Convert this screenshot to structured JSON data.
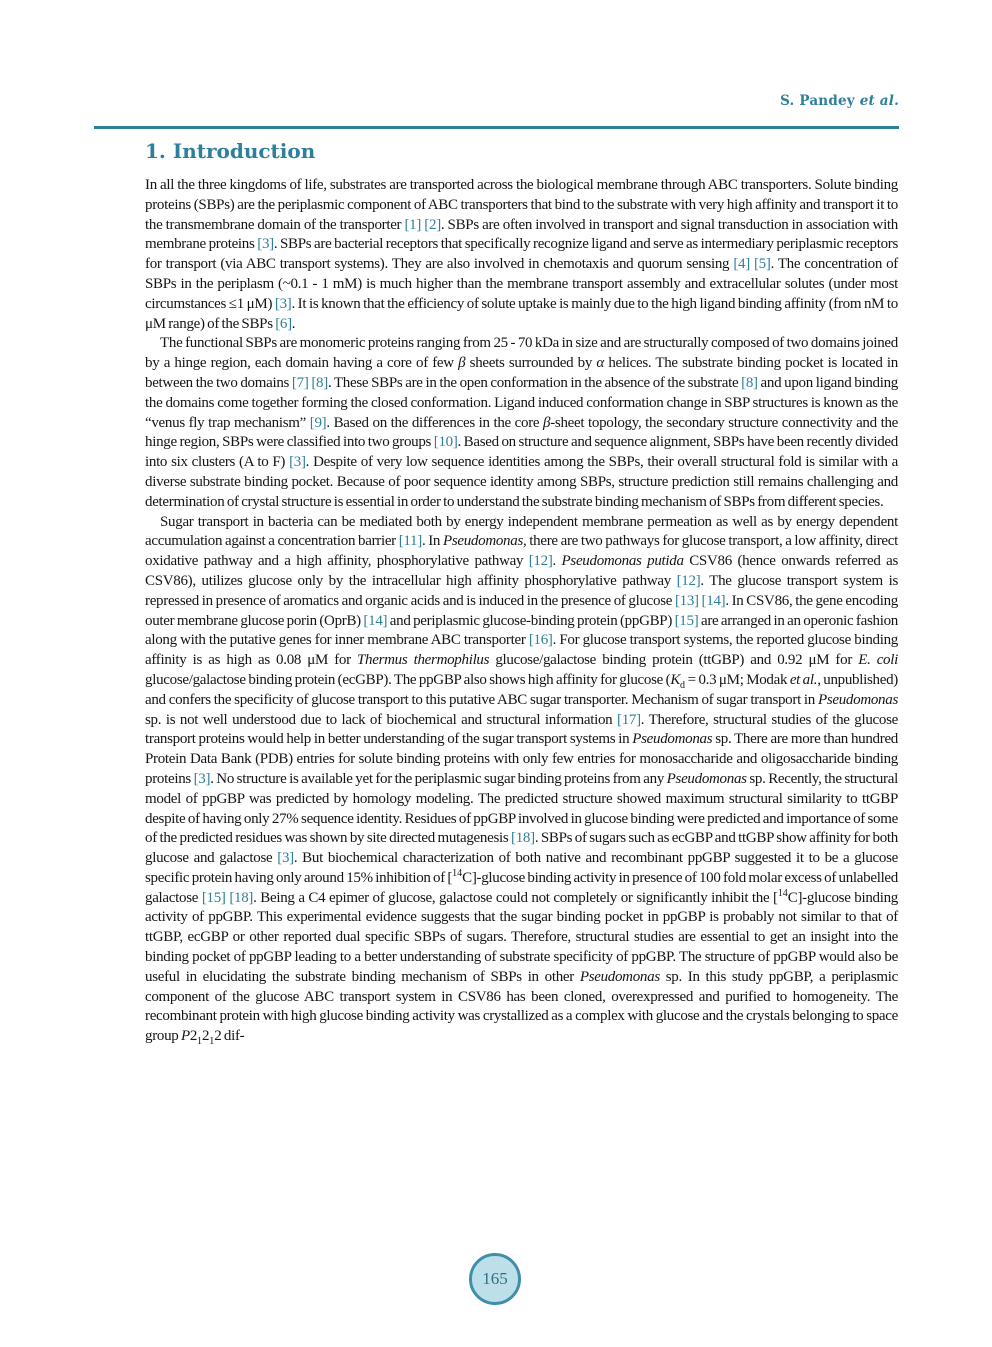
{
  "colors": {
    "accent": "#2d7f9b",
    "body_text": "#151515",
    "circle_fill": "#bddfe9",
    "circle_border": "#3f8fa9",
    "circle_text": "#2e6f88"
  },
  "header": {
    "author": "S. Pandey ",
    "author_etal": "et al."
  },
  "section": {
    "title": "1. Introduction"
  },
  "footer": {
    "page_number": "165"
  },
  "paragraphs": [
    {
      "indent": false,
      "runs": [
        {
          "t": "In all the three kingdoms of life, substrates are transported across the biological membrane through ABC transporters. Solute binding proteins (SBPs) are the periplasmic component of ABC transporters that bind to the substrate with very high affinity and transport it to the transmembrane domain of the transporter "
        },
        {
          "c": "[1]"
        },
        {
          "t": " "
        },
        {
          "c": "[2]"
        },
        {
          "t": ". SBPs are often involved in transport and signal transduction in association with membrane proteins "
        },
        {
          "c": "[3]"
        },
        {
          "t": ". SBPs are bacterial receptors that specifically recognize ligand and serve as intermediary periplasmic receptors for transport (via ABC transport systems). They are also involved in chemotaxis and quorum sensing "
        },
        {
          "c": "[4]"
        },
        {
          "t": " "
        },
        {
          "c": "[5]"
        },
        {
          "t": ". The concentration of SBPs in the periplasm (~0.1 - 1 mM) is much higher than the membrane transport assembly and extracellular solutes (under most circumstances ≤1 μM) "
        },
        {
          "c": "[3]"
        },
        {
          "t": ". It is known that the efficiency of solute uptake is mainly due to the high ligand binding affinity (from nM to μM range) of the SBPs "
        },
        {
          "c": "[6]"
        },
        {
          "t": "."
        }
      ]
    },
    {
      "indent": true,
      "runs": [
        {
          "t": "The functional SBPs are monomeric proteins ranging from 25 - 70 kDa in size and are structurally composed of two domains joined by a hinge region, each domain having a core of few "
        },
        {
          "i": "β"
        },
        {
          "t": " sheets surrounded by "
        },
        {
          "i": "α"
        },
        {
          "t": " helices. The substrate binding pocket is located in between the two domains "
        },
        {
          "c": "[7]"
        },
        {
          "t": " "
        },
        {
          "c": "[8]"
        },
        {
          "t": ". These SBPs are in the open conformation in the absence of the substrate "
        },
        {
          "c": "[8]"
        },
        {
          "t": " and upon ligand binding the domains come together forming the closed conformation. Ligand induced conformation change in SBP structures is known as the “venus fly trap mechanism” "
        },
        {
          "c": "[9]"
        },
        {
          "t": ". Based on the differences in the core "
        },
        {
          "i": "β"
        },
        {
          "t": "-sheet topology, the secondary structure connectivity and the hinge region, SBPs were classified into two groups "
        },
        {
          "c": "[10]"
        },
        {
          "t": ". Based on structure and sequence alignment, SBPs have been recently divided into six clusters (A to F) "
        },
        {
          "c": "[3]"
        },
        {
          "t": ". Despite of very low sequence identities among the SBPs, their overall structural fold is similar with a diverse substrate binding pocket. Because of poor sequence identity among SBPs, structure prediction still remains challenging and determination of crystal structure is essential in order to understand the substrate binding mechanism of SBPs from different species."
        }
      ]
    },
    {
      "indent": true,
      "runs": [
        {
          "t": "Sugar transport in bacteria can be mediated both by energy independent membrane permeation as well as by energy dependent accumulation against a concentration barrier "
        },
        {
          "c": "[11]"
        },
        {
          "t": ". In "
        },
        {
          "i": "Pseudomonas"
        },
        {
          "t": ", there are two pathways for glucose transport, a low affinity, direct oxidative pathway and a high affinity, phosphorylative pathway "
        },
        {
          "c": "[12]"
        },
        {
          "t": ". "
        },
        {
          "i": "Pseudomonas putida"
        },
        {
          "t": " CSV86 (hence onwards referred as CSV86), utilizes glucose only by the intracellular high affinity phosphorylative pathway "
        },
        {
          "c": "[12]"
        },
        {
          "t": ". The glucose transport system is repressed in presence of aromatics and organic acids and is induced in the presence of glucose "
        },
        {
          "c": "[13]"
        },
        {
          "t": " "
        },
        {
          "c": "[14]"
        },
        {
          "t": ". In CSV86, the gene encoding outer membrane glucose porin (OprB) "
        },
        {
          "c": "[14]"
        },
        {
          "t": " and periplasmic glucose-binding protein (ppGBP) "
        },
        {
          "c": "[15]"
        },
        {
          "t": " are arranged in an operonic fashion along with the putative genes for inner membrane ABC transporter "
        },
        {
          "c": "[16]"
        },
        {
          "t": ". For glucose transport systems, the reported glucose binding affinity is as high as 0.08 μM for "
        },
        {
          "i": "Thermus thermophilus"
        },
        {
          "t": " glucose/galactose binding protein (ttGBP) and 0.92 μM for "
        },
        {
          "i": "E. coli"
        },
        {
          "t": " glucose/galactose binding protein (ecGBP). The ppGBP also shows high affinity for glucose ("
        },
        {
          "i": "K"
        },
        {
          "sub": "d"
        },
        {
          "t": " = 0.3 μM; Modak "
        },
        {
          "i": "et al."
        },
        {
          "t": ", unpublished) and confers the specificity of glucose transport to this putative ABC sugar transporter. Mechanism of sugar transport in "
        },
        {
          "i": "Pseudomonas"
        },
        {
          "t": " sp. is not well understood due to lack of biochemical and structural information "
        },
        {
          "c": "[17]"
        },
        {
          "t": ". Therefore, structural studies of the glucose transport proteins would help in better understanding of the sugar transport systems in "
        },
        {
          "i": "Pseudomonas"
        },
        {
          "t": " sp. There are more than hundred Protein Data Bank (PDB) entries for solute binding proteins with only few entries for monosaccharide and oligosaccharide binding proteins "
        },
        {
          "c": "[3]"
        },
        {
          "t": ". No structure is available yet for the periplasmic sugar binding proteins from any "
        },
        {
          "i": "Pseudomonas"
        },
        {
          "t": " sp. Recently, the structural model of ppGBP was predicted by homology modeling. The predicted structure showed maximum structural similarity to ttGBP despite of having only 27% sequence identity. Residues of ppGBP involved in glucose binding were predicted and importance of some of the predicted residues was shown by site directed mutagenesis "
        },
        {
          "c": "[18]"
        },
        {
          "t": ". SBPs of sugars such as ecGBP and ttGBP show affinity for both glucose and galactose "
        },
        {
          "c": "[3]"
        },
        {
          "t": ". But biochemical characterization of both native and recombinant ppGBP suggested it to be a glucose specific protein having only around 15% inhibition of ["
        },
        {
          "sup": "14"
        },
        {
          "t": "C]-glucose binding activity in presence of 100 fold molar excess of unlabelled galactose "
        },
        {
          "c": "[15]"
        },
        {
          "t": " "
        },
        {
          "c": "[18]"
        },
        {
          "t": ". Being a C4 epimer of glucose, galactose could not completely or significantly inhibit the ["
        },
        {
          "sup": "14"
        },
        {
          "t": "C]-glucose binding activity of ppGBP. This experimental evidence suggests that the sugar binding pocket in ppGBP is probably not similar to that of ttGBP, ecGBP or other reported dual specific SBPs of sugars. Therefore, structural studies are essential to get an insight into the binding pocket of ppGBP leading to a better understanding of substrate specificity of ppGBP. The structure of ppGBP would also be useful in elucidating the substrate binding mechanism of SBPs in other "
        },
        {
          "i": "Pseudomonas"
        },
        {
          "t": " sp. In this study ppGBP, a periplasmic component of the glucose ABC transport system in CSV86 has been cloned, overexpressed and purified to homogeneity. The recombinant protein with high glucose binding activity was crystallized as a complex with glucose and the crystals belonging to space group "
        },
        {
          "i": "P"
        },
        {
          "t": "2"
        },
        {
          "sub": "1"
        },
        {
          "t": "2"
        },
        {
          "sub": "1"
        },
        {
          "t": "2 dif-"
        }
      ]
    }
  ]
}
